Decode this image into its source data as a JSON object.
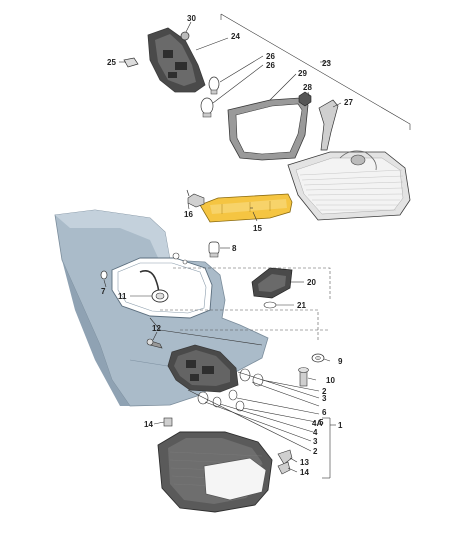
{
  "diagram": {
    "title": "",
    "callouts": {
      "c30": "30",
      "c24": "24",
      "c25": "25",
      "c26a": "26",
      "c26b": "26",
      "c29": "29",
      "c23": "23",
      "c28": "28",
      "c27": "27",
      "c16": "16",
      "c15": "15",
      "c8": "8",
      "c7": "7",
      "c11": "11",
      "c20": "20",
      "c21": "21",
      "c12": "12",
      "c9": "9",
      "c10": "10",
      "c2a": "2",
      "c3a": "3",
      "c6": "6",
      "c5": "5",
      "c4A": "4A",
      "c4": "4",
      "c3b": "3",
      "c2b": "2",
      "c1": "1",
      "c14a": "14",
      "c13": "13",
      "c14b": "14"
    },
    "highlight_color": "#f5c542",
    "panel_color": "#a9b9c7"
  }
}
